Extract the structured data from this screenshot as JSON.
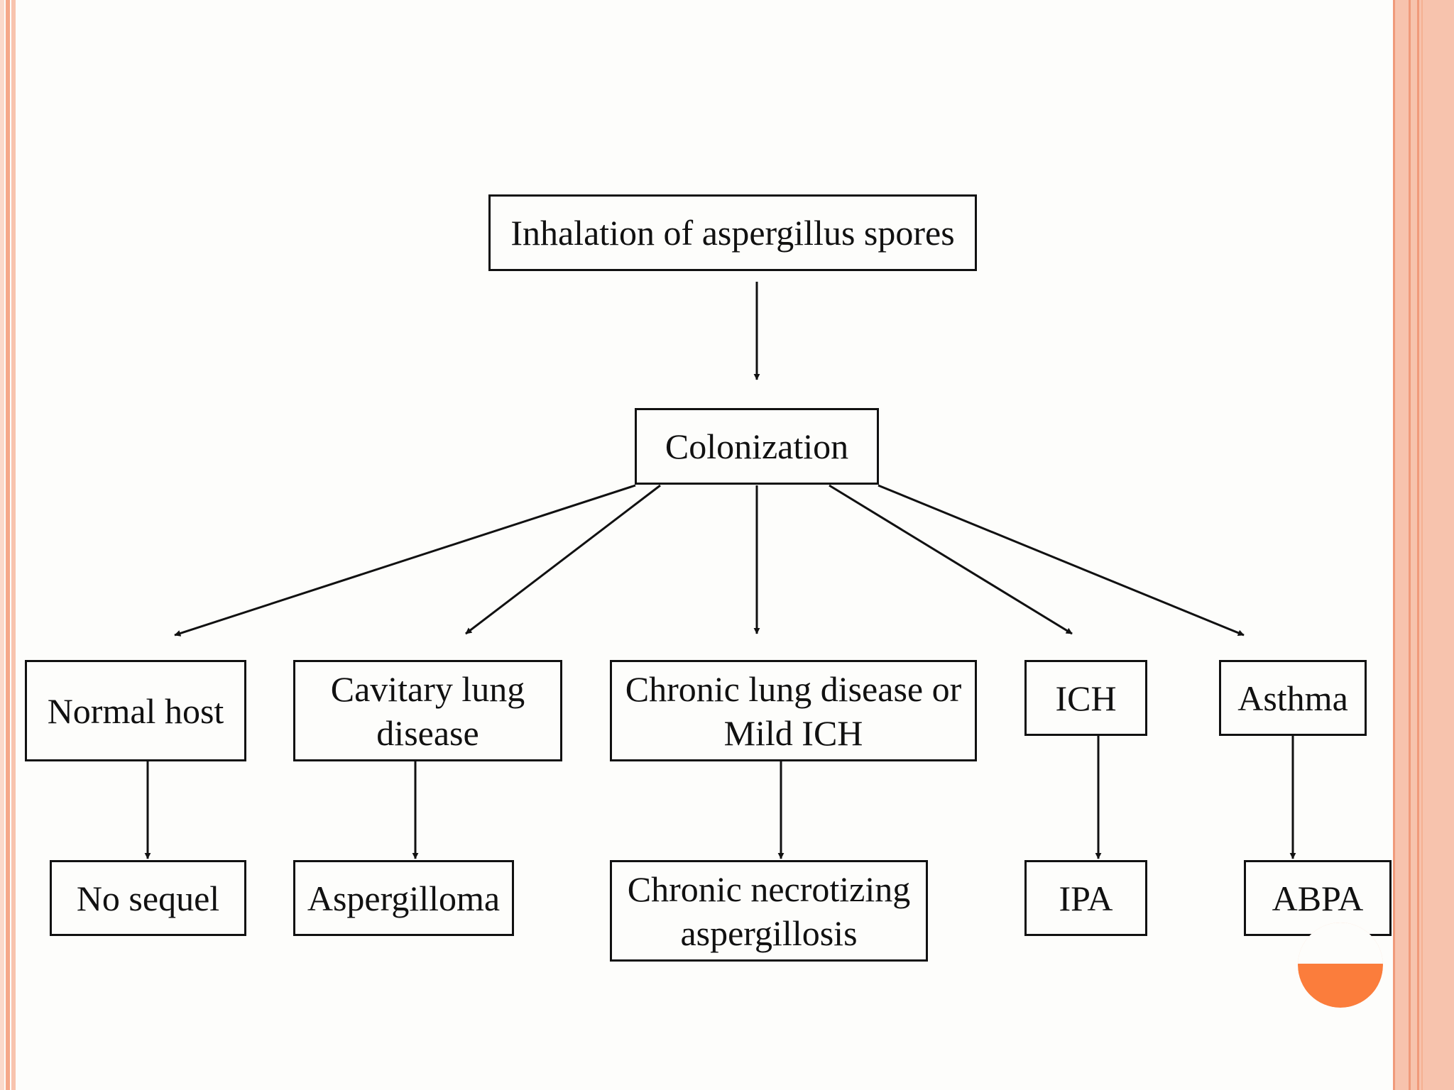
{
  "colors": {
    "border_accent": "#f5a88a",
    "panel_accent": "#f7c3ad",
    "orange_accent": "#fb7d3c",
    "line": "#111111"
  },
  "diagram": {
    "root": "Inhalation of aspergillus spores",
    "middle": "Colonization",
    "conditions": [
      "Normal host",
      "Cavitary lung\ndisease",
      "Chronic lung disease or\nMild ICH",
      "ICH",
      "Asthma"
    ],
    "outcomes": [
      "No sequel",
      "Aspergilloma",
      "Chronic necrotizing\naspergillosis",
      "IPA",
      "ABPA"
    ]
  }
}
